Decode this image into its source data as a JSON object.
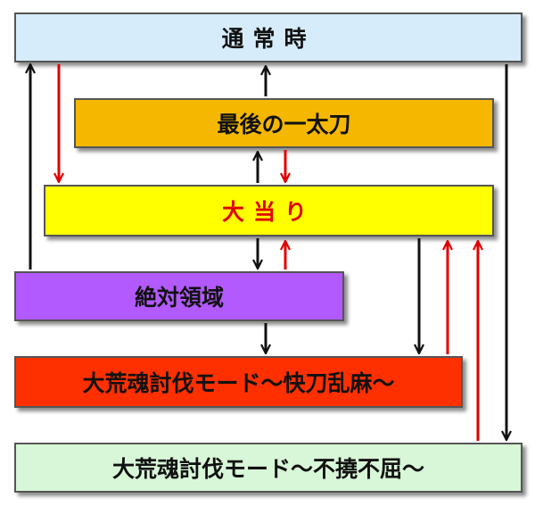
{
  "boxes": {
    "normal": {
      "label": "通常時",
      "color": "#d6ecfa"
    },
    "last_cut": {
      "label": "最後の一太刀",
      "color": "#f5b700"
    },
    "big_hit": {
      "label": "大当り",
      "color": "#ffff00",
      "text_color": "#e00000"
    },
    "zettai": {
      "label": "絶対領域",
      "color": "#b35aff"
    },
    "kaito": {
      "label": "大荒魂討伐モード～快刀乱麻～",
      "color": "#ff3000"
    },
    "fukutsu": {
      "label": "大荒魂討伐モード～不撓不屈～",
      "color": "#d8f7d8"
    }
  },
  "arrow_colors": {
    "black": "#111111",
    "red": "#e00000"
  }
}
